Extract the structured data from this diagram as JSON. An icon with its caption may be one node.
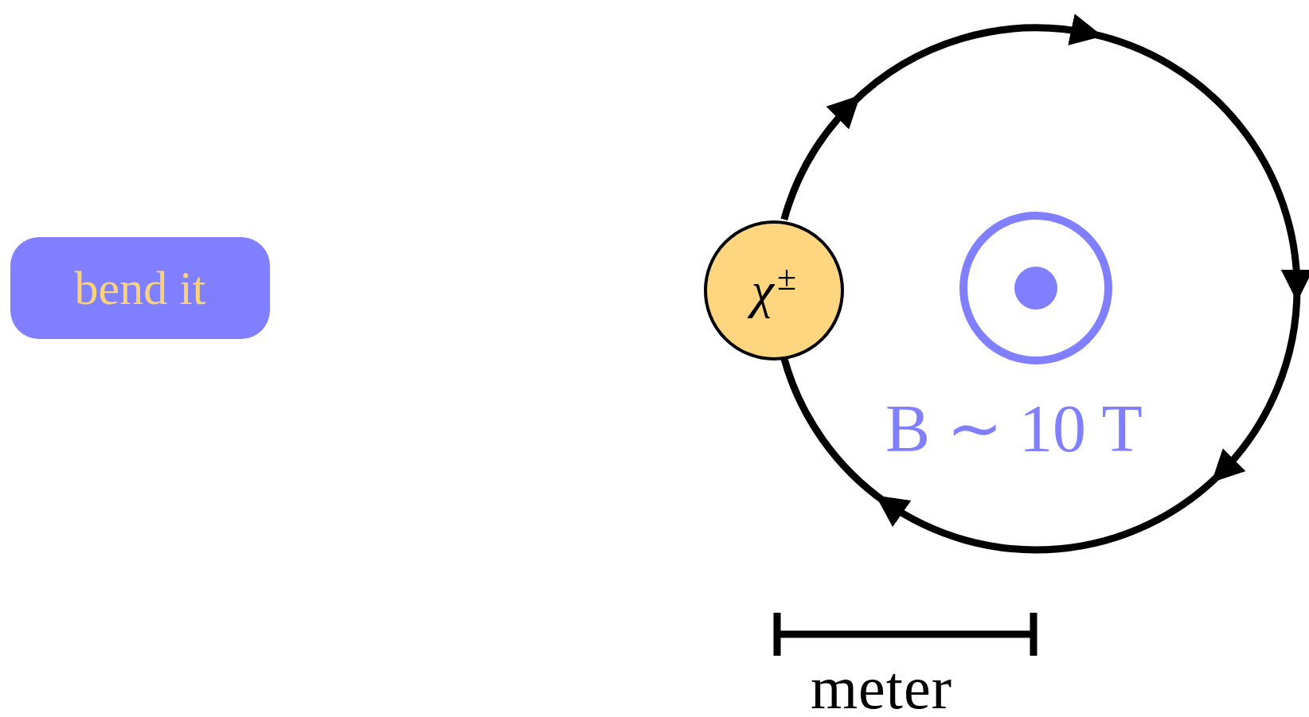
{
  "diagram": {
    "nodes": [
      {
        "text": [
          "bend it"
        ]
      },
      {
        "text": [
          "*χ*$^{±}$"
        ]
      }
    ],
    "labels": [
      "B ∼ 10 T",
      "meter"
    ]
  }
}
